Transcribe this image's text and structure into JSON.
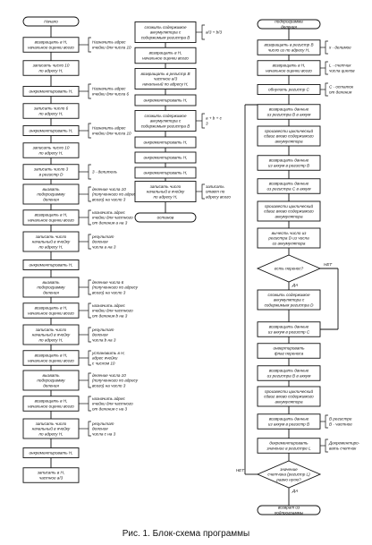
{
  "caption": "Рис. 1. Блок-схема программы",
  "col1": [
    {
      "label": [
        "Начало"
      ],
      "shape": "terminal"
    },
    {
      "label": [
        "возвращать в H,",
        "начальное оценки всего"
      ]
    },
    {
      "label": [
        "записать число 10",
        "по адресу H,"
      ]
    },
    {
      "label": [
        "инкрементировать H,"
      ]
    },
    {
      "label": [
        "записать число 6",
        "по адресу H,"
      ]
    },
    {
      "label": [
        "инкрементировать H,"
      ]
    },
    {
      "label": [
        "записать число 10",
        "по адресу H,"
      ]
    },
    {
      "label": [
        "записать число 3",
        "в регистр D"
      ]
    },
    {
      "label": [
        "вызвать",
        "подпрограмму",
        "деления"
      ],
      "shape": "predefined"
    },
    {
      "label": [
        "возвращать в H,",
        "начальное оценки всего"
      ]
    },
    {
      "label": [
        "записать число",
        "начальный в ячейку",
        "по адресу H,"
      ]
    },
    {
      "label": [
        "инкрементировать H,"
      ]
    },
    {
      "label": [
        "вызвать",
        "подпрограмму",
        "деления"
      ],
      "shape": "predefined"
    },
    {
      "label": [
        "возвращать в H,",
        "начальное оценки всего"
      ]
    },
    {
      "label": [
        "записать число",
        "начальный в ячейку",
        "по адресу H,"
      ]
    },
    {
      "label": [
        "возвращать в H,",
        "начальное оценки всего"
      ]
    },
    {
      "label": [
        "вызвать",
        "подпрограмму",
        "деления"
      ],
      "shape": "predefined"
    },
    {
      "label": [
        "возвращать в H,",
        "начальное оценки всего"
      ]
    },
    {
      "label": [
        "записать число",
        "начальный в ячейку",
        "по адресу H,"
      ]
    },
    {
      "label": [
        "инкрементировать H,"
      ]
    },
    {
      "label": [
        "записать в H,",
        "частное a/3"
      ]
    }
  ],
  "col1_notes": [
    {
      "label": [
        "Назначить адрес",
        "ячейки для числа 10"
      ]
    },
    {
      "label": [
        "Назначить адрес",
        "ячейки для числа 6"
      ]
    },
    {
      "label": [
        "Назначить адрес",
        "ячейки для числа 10"
      ]
    },
    {
      "label": [
        "3 - делитель"
      ]
    },
    {
      "label": [
        "деление числа 10",
        "(полученного по адресу",
        "всего) на число 3"
      ]
    },
    {
      "label": [
        "назначить адрес",
        "ячейки для частного",
        "от деления a на 3"
      ]
    },
    {
      "label": [
        "результат",
        "деления",
        "числа a на 3"
      ]
    },
    {
      "label": [
        "деление числа 6",
        "(полученного по адресу",
        "всего) на число 3"
      ]
    },
    {
      "label": [
        "назначить адрес",
        "ячейки для частного",
        "от деления b на 3"
      ]
    },
    {
      "label": [
        "результат",
        "деления",
        "числа b на 3"
      ]
    },
    {
      "label": [
        "установить в H,",
        "адрес ячейки",
        "с числом 10"
      ]
    },
    {
      "label": [
        "деление числа 10",
        "(полученного по адресу",
        "всего) на число 3"
      ]
    },
    {
      "label": [
        "назначить адрес",
        "ячейки для частного",
        "от деления c на 3"
      ]
    },
    {
      "label": [
        "результат",
        "деления",
        "числа c на 3"
      ]
    }
  ],
  "col2": [
    {
      "label": [
        "сложить содержимое",
        "аккумулятора с",
        "содержимым регистра B"
      ]
    },
    {
      "label": [
        "возвращать в H,",
        "начальное оценки всего"
      ]
    },
    {
      "label": [
        "возвращать в регистр B",
        "частное a/3",
        "начальный по адресу H,"
      ]
    },
    {
      "label": [
        "инкрементировать H,"
      ]
    },
    {
      "label": [
        "сложить содержимое",
        "аккумулятора с",
        "содержимым регистра B"
      ]
    },
    {
      "label": [
        "инкрементировать H,"
      ]
    },
    {
      "label": [
        "инкрементировать H,"
      ]
    },
    {
      "label": [
        "инкрементировать H,"
      ]
    },
    {
      "label": [
        "записать число",
        "начальный в ячейку",
        "по адресу H,"
      ]
    },
    {
      "label": [
        "останов"
      ],
      "shape": "terminal"
    }
  ],
  "col2_notes": [
    {
      "label": [
        "a/3 + b/3"
      ]
    },
    {
      "label": [
        "a + b + c",
        "3"
      ]
    },
    {
      "label": [
        "записать",
        "ответ по",
        "адресу всего"
      ]
    }
  ],
  "col3": [
    {
      "label": [
        "подпрограмма",
        "деления"
      ],
      "shape": "terminal"
    },
    {
      "label": [
        "возвращать в регистр B",
        "число из по адресу H,"
      ]
    },
    {
      "label": [
        "возвращать в H,",
        "начальное оценки всего"
      ]
    },
    {
      "label": [
        "обнулить регистр C"
      ]
    },
    {
      "label": [
        "возвращать данные",
        "из регистра B в аккум"
      ]
    },
    {
      "label": [
        "произвести циклический",
        "сдвиг влево содержимого",
        "аккумулятора"
      ]
    },
    {
      "label": [
        "возвращать данные",
        "из аккум в регистр B"
      ]
    },
    {
      "label": [
        "возвращать данные",
        "из регистра C в аккум"
      ]
    },
    {
      "label": [
        "произвести циклический",
        "сдвиг влево содержимого",
        "аккумулятора"
      ]
    },
    {
      "label": [
        "вычесть число из",
        "регистра D из числа",
        "из аккумулятора"
      ]
    },
    {
      "label": [
        "есть перенос?"
      ],
      "shape": "decision"
    },
    {
      "label": [
        "сложить содержимое",
        "аккумулятора с",
        "содержимым регистра D"
      ]
    },
    {
      "label": [
        "возвращать данные",
        "из аккум в регистр C"
      ]
    },
    {
      "label": [
        "инвертировать",
        "флаг переноса"
      ]
    },
    {
      "label": [
        "возвращать данные",
        "из регистра B в аккум"
      ]
    },
    {
      "label": [
        "произвести циклический",
        "сдвиг влево содержимого",
        "аккумулятора"
      ]
    },
    {
      "label": [
        "возвращать данные",
        "из аккум в регистр B"
      ]
    },
    {
      "label": [
        "декрементировать",
        "значение в регистре L"
      ]
    },
    {
      "label": [
        "значение",
        "счетчика (регистр L)",
        "равно нулю?"
      ],
      "shape": "decision"
    },
    {
      "label": [
        "возврат из",
        "подпрограммы"
      ],
      "shape": "terminal"
    }
  ],
  "col3_notes": [
    {
      "label": [
        "x - делимое"
      ]
    },
    {
      "label": [
        "L - счетчик",
        "числа циклов"
      ]
    },
    {
      "label": [
        "C - остаток",
        "от деления"
      ]
    },
    {
      "label": [
        "В регистре",
        "B - частное"
      ]
    },
    {
      "label": [
        "Декрементиро-",
        "вать счетчик"
      ]
    }
  ],
  "decision_labels": {
    "yes": "ДА",
    "no": "НЕТ"
  }
}
